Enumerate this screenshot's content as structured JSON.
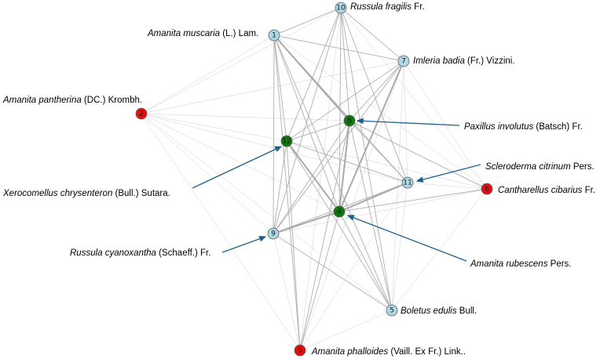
{
  "colors": {
    "blue": "#add8e6",
    "green": "#0b7a0b",
    "red": "#e01010",
    "edge": "#a9a9a9",
    "arrow": "#1f5f8b"
  },
  "nodes": [
    {
      "id": "1",
      "color": "blue",
      "genus": "Amanita muscaria",
      "authority": " (L.) Lam."
    },
    {
      "id": "2",
      "color": "red",
      "genus": "Amanita pantherina",
      "authority": " (DC.) Krombh."
    },
    {
      "id": "3",
      "color": "red",
      "genus": "Amanita phalloides",
      "authority": " (Vaill. Ex Fr.) Link.."
    },
    {
      "id": "4",
      "color": "green",
      "genus": "Amanita rubescens",
      "authority": " Pers."
    },
    {
      "id": "5",
      "color": "blue",
      "genus": "Boletus edulis",
      "authority": " Bull."
    },
    {
      "id": "6",
      "color": "red",
      "genus": "Cantharellus cibarius",
      "authority": " Fr."
    },
    {
      "id": "7",
      "color": "blue",
      "genus": "Imleria badia",
      "authority": " (Fr.) Vizzini."
    },
    {
      "id": "8",
      "color": "green",
      "genus": "Paxillus involutus",
      "authority": " (Batsch) Fr."
    },
    {
      "id": "9",
      "color": "blue",
      "genus": "Russula cyanoxantha",
      "authority": " (Schaeff.) Fr."
    },
    {
      "id": "10",
      "color": "blue",
      "genus": "Russula fragilis",
      "authority": " Fr."
    },
    {
      "id": "11",
      "color": "blue",
      "genus": "Scleroderma citrinum",
      "authority": " Pers."
    },
    {
      "id": "12",
      "color": "green",
      "genus": "Xerocomellus chrysenteron",
      "authority": " (Bull.) Sutara."
    }
  ],
  "edges": [
    [
      "1",
      "2",
      1
    ],
    [
      "1",
      "3",
      2
    ],
    [
      "1",
      "4",
      2
    ],
    [
      "1",
      "5",
      2
    ],
    [
      "1",
      "6",
      1
    ],
    [
      "1",
      "7",
      2
    ],
    [
      "1",
      "8",
      3
    ],
    [
      "1",
      "9",
      2
    ],
    [
      "1",
      "10",
      2
    ],
    [
      "1",
      "11",
      2
    ],
    [
      "1",
      "12",
      2
    ],
    [
      "2",
      "4",
      1
    ],
    [
      "2",
      "5",
      1
    ],
    [
      "2",
      "7",
      1
    ],
    [
      "2",
      "8",
      1
    ],
    [
      "2",
      "9",
      1
    ],
    [
      "2",
      "10",
      1
    ],
    [
      "2",
      "11",
      1
    ],
    [
      "2",
      "12",
      1
    ],
    [
      "2",
      "3",
      1
    ],
    [
      "3",
      "4",
      2
    ],
    [
      "3",
      "5",
      1
    ],
    [
      "3",
      "7",
      1
    ],
    [
      "3",
      "8",
      2
    ],
    [
      "3",
      "9",
      1
    ],
    [
      "3",
      "10",
      1
    ],
    [
      "3",
      "11",
      1
    ],
    [
      "3",
      "12",
      2
    ],
    [
      "4",
      "5",
      2
    ],
    [
      "4",
      "6",
      2
    ],
    [
      "4",
      "7",
      3
    ],
    [
      "4",
      "8",
      3
    ],
    [
      "4",
      "9",
      3
    ],
    [
      "4",
      "10",
      2
    ],
    [
      "4",
      "11",
      3
    ],
    [
      "4",
      "12",
      3
    ],
    [
      "5",
      "7",
      1
    ],
    [
      "5",
      "8",
      2
    ],
    [
      "5",
      "9",
      2
    ],
    [
      "5",
      "10",
      2
    ],
    [
      "5",
      "11",
      1
    ],
    [
      "5",
      "12",
      2
    ],
    [
      "5",
      "6",
      1
    ],
    [
      "6",
      "7",
      1
    ],
    [
      "6",
      "8",
      2
    ],
    [
      "6",
      "9",
      1
    ],
    [
      "6",
      "10",
      1
    ],
    [
      "6",
      "11",
      1
    ],
    [
      "6",
      "12",
      1
    ],
    [
      "7",
      "8",
      2
    ],
    [
      "7",
      "9",
      2
    ],
    [
      "7",
      "10",
      2
    ],
    [
      "7",
      "11",
      1
    ],
    [
      "7",
      "12",
      2
    ],
    [
      "8",
      "9",
      2
    ],
    [
      "8",
      "10",
      2
    ],
    [
      "8",
      "11",
      2
    ],
    [
      "8",
      "12",
      2
    ],
    [
      "9",
      "10",
      2
    ],
    [
      "9",
      "11",
      2
    ],
    [
      "9",
      "12",
      2
    ],
    [
      "10",
      "11",
      2
    ],
    [
      "10",
      "12",
      2
    ],
    [
      "11",
      "12",
      2
    ]
  ]
}
